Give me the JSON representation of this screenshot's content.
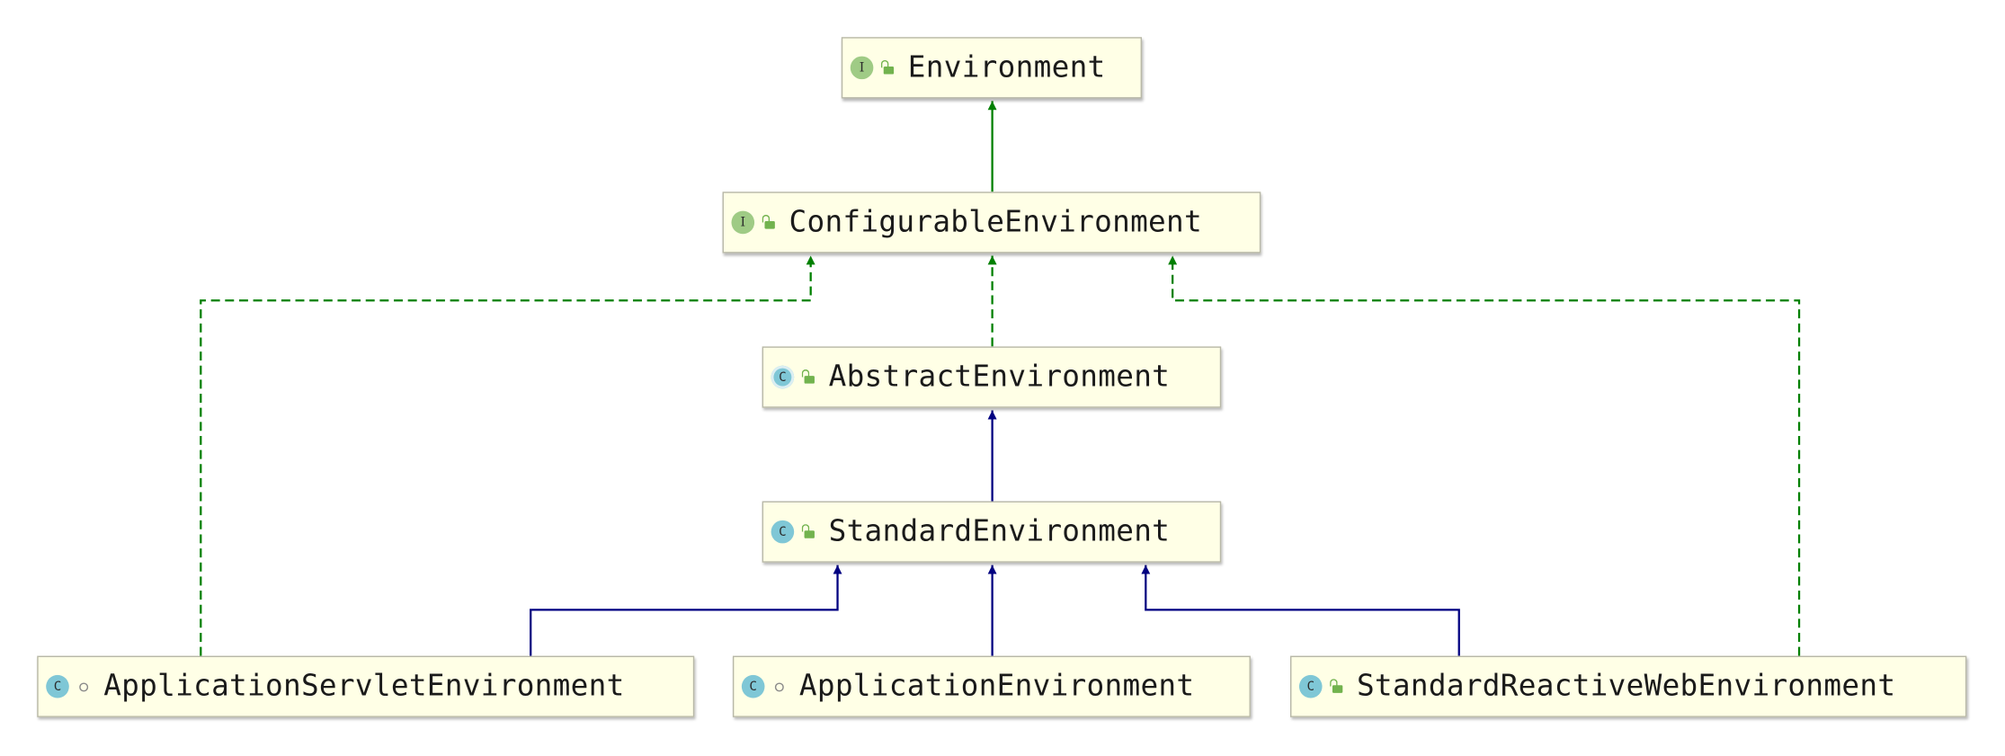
{
  "nodes": {
    "environment": {
      "kind": "interface",
      "icon": "interface-icon",
      "badge": "I",
      "visibility": "public",
      "name": "Environment"
    },
    "configurable": {
      "kind": "interface",
      "icon": "interface-icon",
      "badge": "I",
      "visibility": "public",
      "name": "ConfigurableEnvironment"
    },
    "abstract": {
      "kind": "abstract-class",
      "icon": "abstract-class-icon",
      "badge": "C",
      "visibility": "public",
      "name": "AbstractEnvironment"
    },
    "standard": {
      "kind": "class",
      "icon": "class-icon",
      "badge": "C",
      "visibility": "public",
      "name": "StandardEnvironment"
    },
    "servlet": {
      "kind": "class",
      "icon": "class-icon",
      "badge": "C",
      "visibility": "package-private",
      "name": "ApplicationServletEnvironment"
    },
    "application": {
      "kind": "class",
      "icon": "class-icon",
      "badge": "C",
      "visibility": "package-private",
      "name": "ApplicationEnvironment"
    },
    "reactive": {
      "kind": "class",
      "icon": "class-icon",
      "badge": "C",
      "visibility": "public",
      "name": "StandardReactiveWebEnvironment"
    }
  },
  "edges": [
    {
      "from": "configurable",
      "to": "environment",
      "type": "interface-extends"
    },
    {
      "from": "abstract",
      "to": "configurable",
      "type": "implements"
    },
    {
      "from": "servlet",
      "to": "configurable",
      "type": "implements"
    },
    {
      "from": "reactive",
      "to": "configurable",
      "type": "implements"
    },
    {
      "from": "standard",
      "to": "abstract",
      "type": "extends"
    },
    {
      "from": "servlet",
      "to": "standard",
      "type": "extends"
    },
    {
      "from": "application",
      "to": "standard",
      "type": "extends"
    },
    {
      "from": "reactive",
      "to": "standard",
      "type": "extends"
    }
  ],
  "colors": {
    "interface_edge": "#008000",
    "class_edge": "#000080",
    "node_fill": "#ffffe6",
    "interface_badge": "#9fcb85",
    "class_badge": "#7fc7d6",
    "visibility_public": "#72b34e"
  }
}
